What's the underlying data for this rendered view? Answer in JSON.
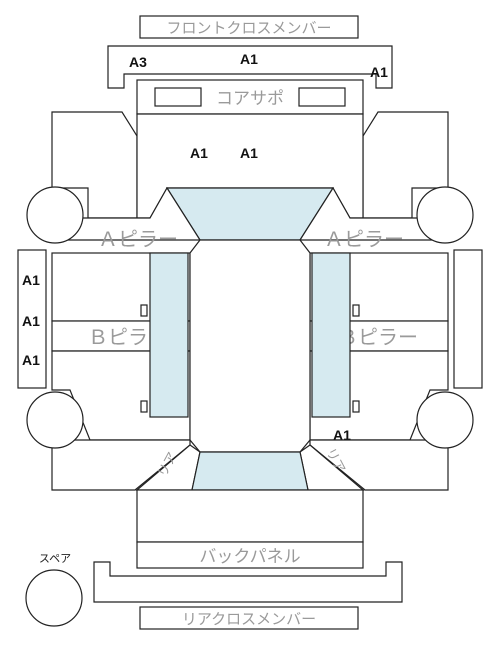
{
  "parts": {
    "front_cross_member": "フロントクロスメンバー",
    "core_support": "コアサポ",
    "a_pillar_left": "Ａピラー",
    "a_pillar_right": "Ａピラー",
    "b_pillar_left": "Ｂピラー",
    "b_pillar_right": "Ｂピラー",
    "rear_left": "リア",
    "rear_right": "リア",
    "back_panel": "バックパネル",
    "rear_cross_member": "リアクロスメンバー",
    "spare": "スペア"
  },
  "codes": {
    "front_member_left": "A3",
    "front_member_center": "A1",
    "front_member_right": "A1",
    "hood_left": "A1",
    "hood_right": "A1",
    "side_left_1": "A1",
    "side_left_2": "A1",
    "side_left_3": "A1",
    "rear_right_door": "A1"
  }
}
